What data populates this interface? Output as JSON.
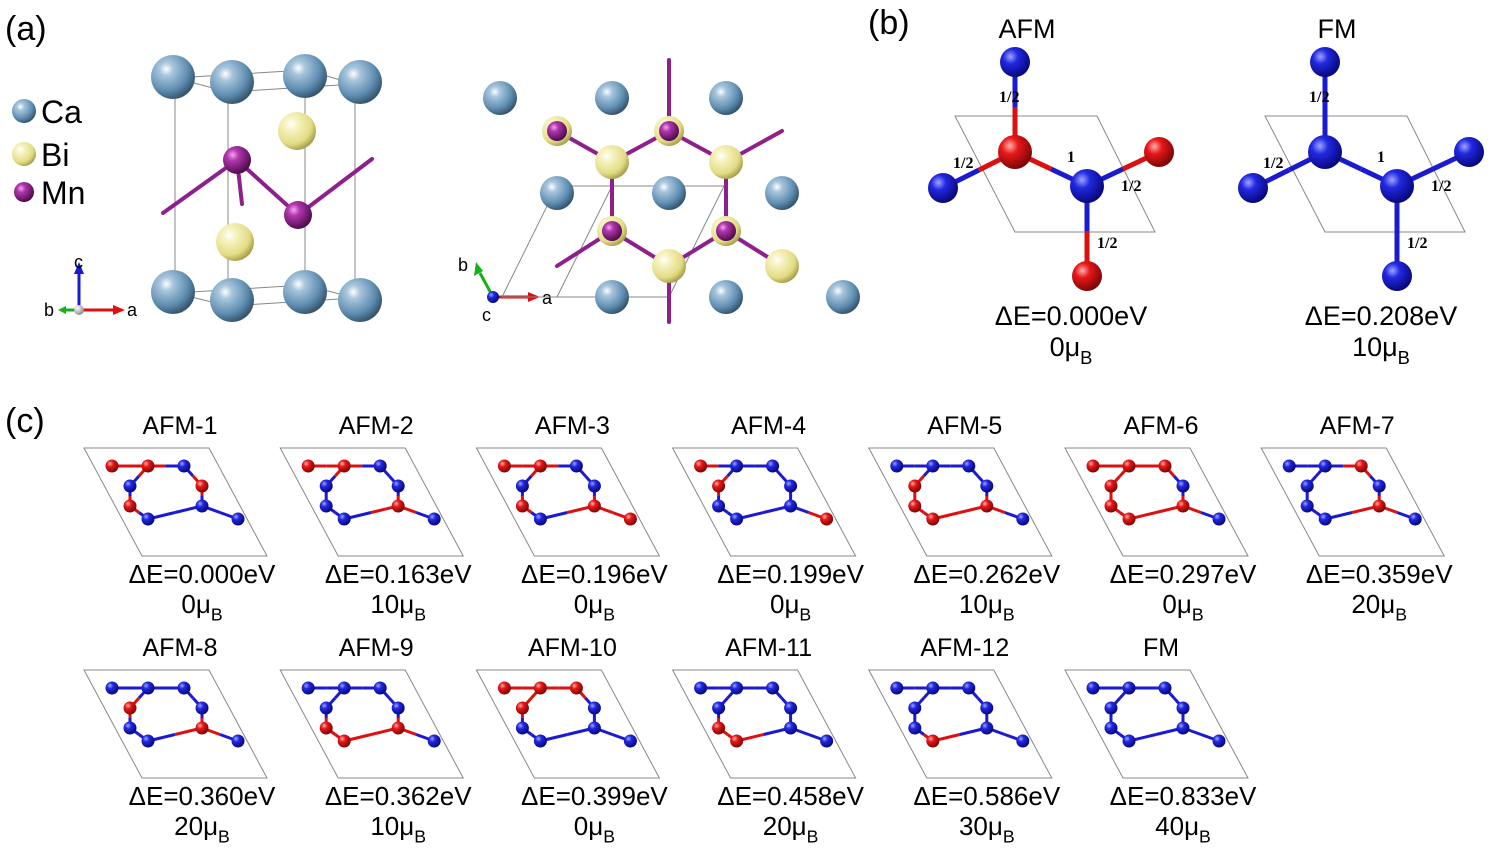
{
  "panel_labels": {
    "a": "(a)",
    "b": "(b)",
    "c": "(c)"
  },
  "legend": [
    {
      "label": "Ca",
      "color": "#5f8db0"
    },
    {
      "label": "Bi",
      "color": "#e6e08a"
    },
    {
      "label": "Mn",
      "color": "#8e1f8c"
    }
  ],
  "axes_side": {
    "c": "c",
    "b": "b",
    "a": "a"
  },
  "axes_top": {
    "b": "b",
    "a": "a",
    "c": "c"
  },
  "colors": {
    "spin_up": "#1a1ad0",
    "spin_down": "#dd1010",
    "bond_mn": "#8e1f8c",
    "cell": "#888888"
  },
  "panel_b": [
    {
      "title": "AFM",
      "de": "ΔE=0.000eV",
      "mu_num": "0",
      "mu": "μ",
      "mu_sub": "B",
      "bonds": [
        "1/2",
        "1/2",
        "1",
        "1/2",
        "1/2"
      ]
    },
    {
      "title": "FM",
      "de": "ΔE=0.208eV",
      "mu_num": "10",
      "mu": "μ",
      "mu_sub": "B",
      "bonds": [
        "1/2",
        "1/2",
        "1",
        "1/2",
        "1/2"
      ]
    }
  ],
  "panel_c": [
    {
      "title": "AFM-1",
      "de": "ΔE=0.000eV",
      "mu_num": "0",
      "mu": "μ",
      "mu_sub": "B",
      "spins": "DDUUDDUUU"
    },
    {
      "title": "AFM-2",
      "de": "ΔE=0.163eV",
      "mu_num": "10",
      "mu": "μ",
      "mu_sub": "B",
      "spins": "DDUUUUUDU"
    },
    {
      "title": "AFM-3",
      "de": "ΔE=0.196eV",
      "mu_num": "0",
      "mu": "μ",
      "mu_sub": "B",
      "spins": "DDUUUDUDD"
    },
    {
      "title": "AFM-4",
      "de": "ΔE=0.199eV",
      "mu_num": "0",
      "mu": "μ",
      "mu_sub": "B",
      "spins": "DUUDUUUUD"
    },
    {
      "title": "AFM-5",
      "de": "ΔE=0.262eV",
      "mu_num": "10",
      "mu": "μ",
      "mu_sub": "B",
      "spins": "UUUDUDDDU"
    },
    {
      "title": "AFM-6",
      "de": "ΔE=0.297eV",
      "mu_num": "0",
      "mu": "μ",
      "mu_sub": "B",
      "spins": "DDDDUDDDU"
    },
    {
      "title": "AFM-7",
      "de": "ΔE=0.359eV",
      "mu_num": "20",
      "mu": "μ",
      "mu_sub": "B",
      "spins": "UUDUUUUDU"
    },
    {
      "title": "AFM-8",
      "de": "ΔE=0.360eV",
      "mu_num": "20",
      "mu": "μ",
      "mu_sub": "B",
      "spins": "UUUDUUUDU"
    },
    {
      "title": "AFM-9",
      "de": "ΔE=0.362eV",
      "mu_num": "10",
      "mu": "μ",
      "mu_sub": "B",
      "spins": "UUUUUDDDU"
    },
    {
      "title": "AFM-10",
      "de": "ΔE=0.399eV",
      "mu_num": "0",
      "mu": "μ",
      "mu_sub": "B",
      "spins": "DDDDUUUUU"
    },
    {
      "title": "AFM-11",
      "de": "ΔE=0.458eV",
      "mu_num": "20",
      "mu": "μ",
      "mu_sub": "B",
      "spins": "UUUUUDDUU"
    },
    {
      "title": "AFM-12",
      "de": "ΔE=0.586eV",
      "mu_num": "30",
      "mu": "μ",
      "mu_sub": "B",
      "spins": "UUUUUUDUU"
    },
    {
      "title": "FM",
      "de": "ΔE=0.833eV",
      "mu_num": "40",
      "mu": "μ",
      "mu_sub": "B",
      "spins": "UUUUUUUUU"
    }
  ]
}
